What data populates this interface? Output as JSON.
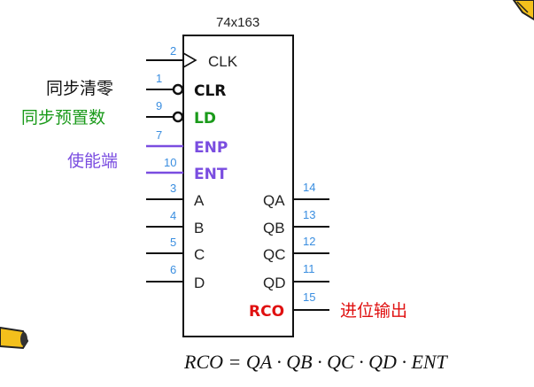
{
  "chip": {
    "title": "74x163",
    "pins_left": [
      {
        "num": "2",
        "name": "CLK"
      },
      {
        "num": "1",
        "name": "CLR"
      },
      {
        "num": "9",
        "name": "LD"
      },
      {
        "num": "7",
        "name": "ENP"
      },
      {
        "num": "10",
        "name": "ENT"
      },
      {
        "num": "3",
        "name": "A"
      },
      {
        "num": "4",
        "name": "B"
      },
      {
        "num": "5",
        "name": "C"
      },
      {
        "num": "6",
        "name": "D"
      }
    ],
    "pins_right": [
      {
        "num": "14",
        "name": "QA"
      },
      {
        "num": "13",
        "name": "QB"
      },
      {
        "num": "12",
        "name": "QC"
      },
      {
        "num": "11",
        "name": "QD"
      },
      {
        "num": "15",
        "name": "RCO"
      }
    ]
  },
  "annotations": {
    "sync_clear": "同步清零",
    "sync_preset": "同步预置数",
    "enable": "使能端",
    "carry_out": "进位输出"
  },
  "formula": "RCO = QA · QB · QC · QD · ENT",
  "colors": {
    "clear_label": "#111111",
    "preset_label": "#1a9a1a",
    "enable_label": "#7a4de0",
    "carry_label": "#e01010",
    "pin_number": "#3a8ee0",
    "enable_lines": "#7a4de0"
  },
  "icons": [
    "pencil-icon-top-right",
    "pencil-icon-left"
  ]
}
